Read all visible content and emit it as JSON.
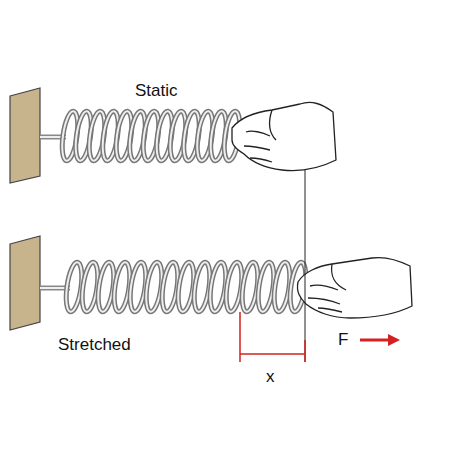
{
  "diagram": {
    "labels": [
      "Static",
      "Stretched",
      "x",
      "F"
    ]
  }
}
